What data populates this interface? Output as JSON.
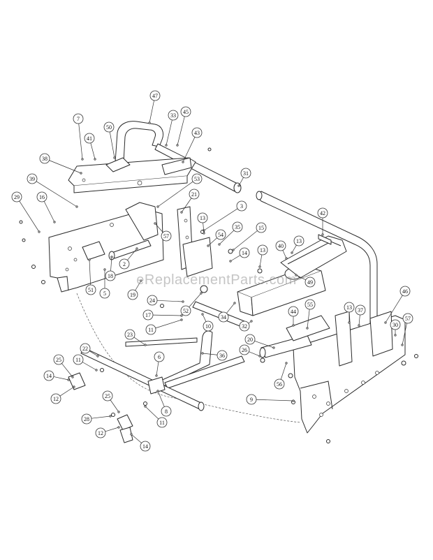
{
  "watermark": "eReplacementParts.com",
  "callouts": [
    {
      "label": "47"
    },
    {
      "label": "33"
    },
    {
      "label": "45"
    },
    {
      "label": "7"
    },
    {
      "label": "41"
    },
    {
      "label": "50"
    },
    {
      "label": "43"
    },
    {
      "label": "38"
    },
    {
      "label": "31"
    },
    {
      "label": "39"
    },
    {
      "label": "53"
    },
    {
      "label": "29"
    },
    {
      "label": "16"
    },
    {
      "label": "21"
    },
    {
      "label": "3"
    },
    {
      "label": "42"
    },
    {
      "label": "13"
    },
    {
      "label": "54"
    },
    {
      "label": "35"
    },
    {
      "label": "15"
    },
    {
      "label": "57"
    },
    {
      "label": "13"
    },
    {
      "label": "13"
    },
    {
      "label": "40"
    },
    {
      "label": "14"
    },
    {
      "label": "2"
    },
    {
      "label": "18"
    },
    {
      "label": "51"
    },
    {
      "label": "5"
    },
    {
      "label": "19"
    },
    {
      "label": "49"
    },
    {
      "label": "24"
    },
    {
      "label": "52"
    },
    {
      "label": "46"
    },
    {
      "label": "17"
    },
    {
      "label": "34"
    },
    {
      "label": "44"
    },
    {
      "label": "55"
    },
    {
      "label": "13"
    },
    {
      "label": "37"
    },
    {
      "label": "11"
    },
    {
      "label": "10"
    },
    {
      "label": "32"
    },
    {
      "label": "30"
    },
    {
      "label": "57"
    },
    {
      "label": "23"
    },
    {
      "label": "20"
    },
    {
      "label": "22"
    },
    {
      "label": "26"
    },
    {
      "label": "36"
    },
    {
      "label": "11"
    },
    {
      "label": "25"
    },
    {
      "label": "6"
    },
    {
      "label": "14"
    },
    {
      "label": "56"
    },
    {
      "label": "12"
    },
    {
      "label": "9"
    },
    {
      "label": "25"
    },
    {
      "label": "8"
    },
    {
      "label": "28"
    },
    {
      "label": "11"
    },
    {
      "label": "12"
    },
    {
      "label": "14"
    }
  ]
}
